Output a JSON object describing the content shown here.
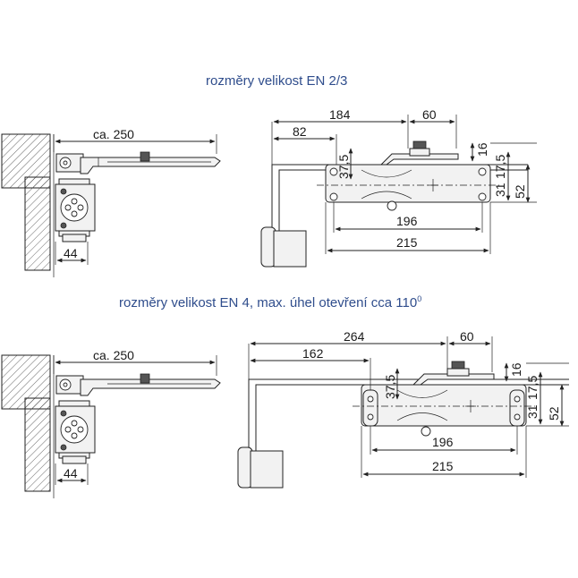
{
  "titles": {
    "top": "rozměry velikost EN 2/3",
    "bottom_main": "rozměry velikost EN 4, max. úhel otevření cca 110",
    "bottom_sup": "0"
  },
  "top": {
    "side_width": "ca. 250",
    "side_bracket": "44",
    "d_total": "184",
    "d_offset": "82",
    "d_arm": "60",
    "d_37": "37,5",
    "d_16": "16",
    "d_175": "17,5",
    "d_31": "31",
    "d_52": "52",
    "d_196": "196",
    "d_215": "215"
  },
  "bottom": {
    "side_width": "ca. 250",
    "side_bracket": "44",
    "d_total": "264",
    "d_offset": "162",
    "d_arm": "60",
    "d_37": "37,5",
    "d_16": "16",
    "d_175": "17,5",
    "d_31": "31",
    "d_52": "52",
    "d_196": "196",
    "d_215": "215"
  }
}
